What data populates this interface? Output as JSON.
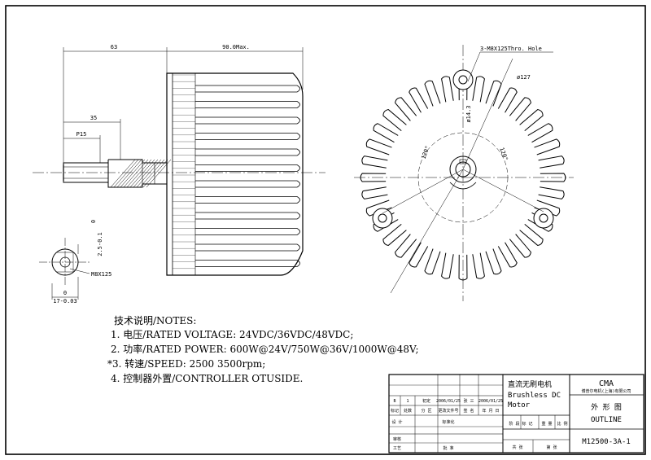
{
  "dimensions": {
    "shaft_length": "63",
    "housing_length": "90.0Max.",
    "shaft_step": "35",
    "key_length": "P15",
    "bolt_pattern": "3-M8X125Thro. Hole",
    "outer_dia": "ø127",
    "inner_dia": "ø14.3",
    "angle_a": "120°",
    "angle_b": "120°",
    "key_depth": "2.5-0.1",
    "key_depth_zero": "0",
    "thread_spec": "M8X125",
    "shaft_width": "17-0.03",
    "shaft_width_zero": "0"
  },
  "notes": {
    "title": "技术说明/NOTES:",
    "lines": [
      "1.  电压/RATED VOLTAGE: 24VDC/36VDC/48VDC;",
      "2.  功率/RATED POWER: 600W@24V/750W@36V/1000W@48V;",
      "*3.  转速/SPEED: 2500 3500rpm;",
      "4.  控制器外置/CONTROLLER OTUSIDE."
    ]
  },
  "title_block": {
    "product_cn": "直流无刷电机",
    "product_en_1": "Brushless DC",
    "product_en_2": "Motor",
    "company": "CMA",
    "company_sub": "博普尔电机(上海)有限公司",
    "drawing_cn": "外 形 图",
    "drawing_en": "OUTLINE",
    "drawing_no": "M12500-3A-1",
    "rev_row": [
      "B",
      "1",
      "初定",
      "2006/01/25",
      "张 三",
      "2006/01/25"
    ],
    "head_row": [
      "标记",
      "处数",
      "分 区",
      "更改文件号",
      "签 名",
      "年 月 日"
    ],
    "stage_row": [
      "阶 段 标 记",
      "重 量",
      "比 例"
    ],
    "sign_rows": [
      "审核",
      "工艺",
      "设 计",
      "标准化",
      "批 准"
    ],
    "footer_row": [
      "共  张",
      "第  张"
    ]
  }
}
